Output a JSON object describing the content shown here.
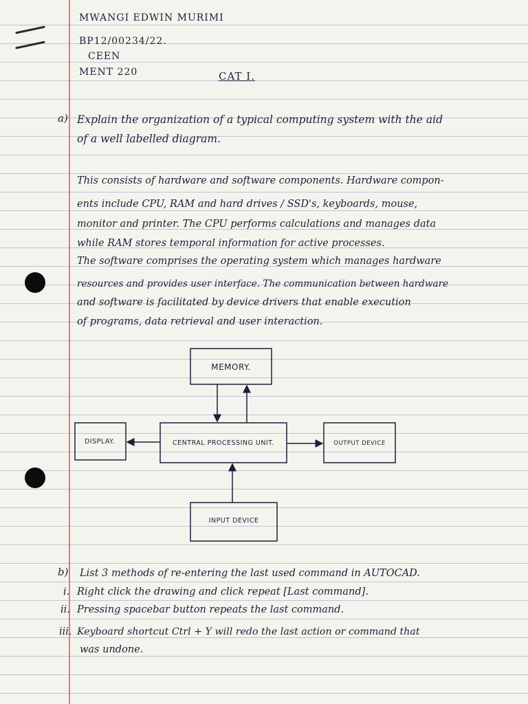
{
  "header": {
    "name": "MWANGI EDWIN MURIMI",
    "reg_no": "BP12/00234/22.",
    "program": "CEEN",
    "course": "MENT 220",
    "title": "CAT I."
  },
  "question_a": {
    "marker": "a)",
    "lines": [
      "Explain the organization of a typical computing system with the aid",
      "of a well labelled diagram."
    ]
  },
  "answer_a": {
    "lines": [
      "This consists of hardware and software components. Hardware compon-",
      "ents include CPU, RAM and hard drives / SSD's, keyboards, mouse,",
      "monitor and printer. The CPU performs calculations and manages data",
      "while RAM stores temporal information for active processes.",
      "The software comprises the operating system which manages hardware",
      "resources and provides user interface. The communication between hardware",
      "and software is facilitated by device drivers that enable execution",
      "of programs, data retrieval and user interaction."
    ]
  },
  "diagram": {
    "memory": "MEMORY.",
    "cpu": "CENTRAL PROCESSING UNIT.",
    "display": "DISPLAY.",
    "output": "OUTPUT DEVICE",
    "input": "INPUT DEVICE"
  },
  "question_b": {
    "marker": "b)",
    "text": "List 3 methods of re-entering the last used command in AUTOCAD."
  },
  "answer_b": {
    "items": [
      {
        "marker": "i.",
        "text": "Right click the drawing and click repeat [Last command]."
      },
      {
        "marker": "ii.",
        "text": "Pressing spacebar button repeats the last command."
      },
      {
        "marker": "iii.",
        "text": "Keyboard shortcut Ctrl + Y will redo the last action or command that"
      }
    ],
    "continuation": "was undone."
  },
  "colors": {
    "ink": "#1c1f38",
    "margin_line": "#e07a7a",
    "rule_line": "#b9c6d2",
    "paper": "#f4f4ee"
  }
}
